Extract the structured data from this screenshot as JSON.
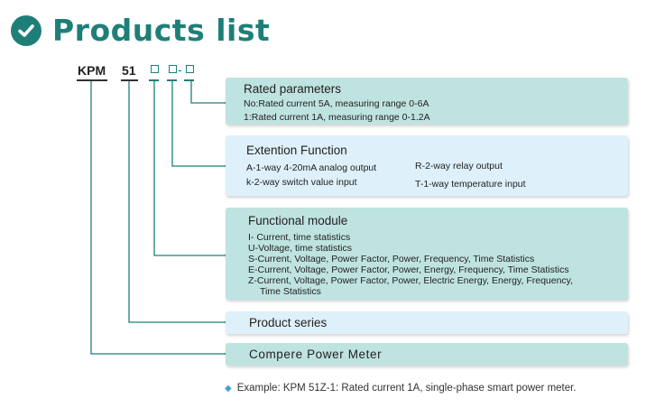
{
  "header": {
    "title": "Products list",
    "icon": "check-circle-icon"
  },
  "model_code": {
    "prefix": "KPM",
    "series": "51",
    "placeholder_box": "□",
    "dash": "-"
  },
  "boxes": {
    "rated": {
      "title": "Rated parameters",
      "lines": [
        "No:Rated current 5A, measuring range 0-6A",
        "1:Rated current 1A, measuring range 0-1.2A"
      ]
    },
    "extension": {
      "title": "Extention Function",
      "col1": [
        "A-1-way 4-20mA analog output",
        "k-2-way switch value input"
      ],
      "col2": [
        "R-2-way relay output",
        "T-1-way temperature input"
      ]
    },
    "functional": {
      "title": "Functional module",
      "lines": [
        "I- Current, time statistics",
        "U-Voltage, time statistics",
        "S-Current, Voltage, Power Factor, Power, Frequency, Time Statistics",
        "E-Current, Voltage, Power Factor, Power, Energy, Frequency, Time Statistics",
        "Z-Current, Voltage, Power Factor, Power, Electric Energy, Energy, Frequency,",
        "Time Statistics"
      ]
    },
    "series": {
      "title": "Product series"
    },
    "compere": {
      "title": "Compere Power Meter"
    }
  },
  "example": {
    "text": "Example: KPM 51Z-1: Rated current 1A, single-phase smart power meter."
  },
  "colors": {
    "accent": "#1e7f78",
    "box_dark": "#bfe3e0",
    "box_light": "#def0fa",
    "connector": "#1e7f78"
  }
}
